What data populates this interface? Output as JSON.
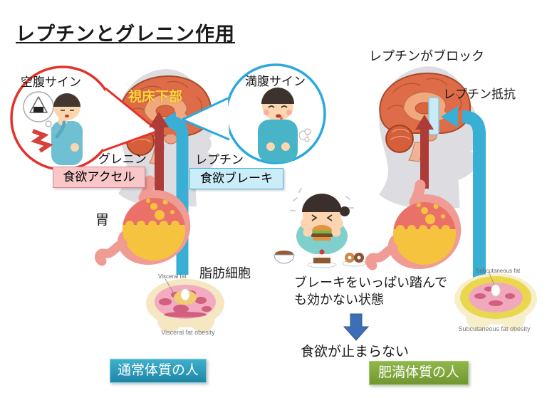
{
  "title": "レプチンとグレニン作用",
  "left": {
    "hunger_sign": "空腹サイン",
    "fullness_sign": "満腹サイン",
    "hypothalamus": "視床下部",
    "ghrelin": "グレニン",
    "leptin": "レプチン",
    "appetite_accel": "食欲アクセル",
    "appetite_brake": "食欲ブレーキ",
    "stomach": "胃",
    "fat_cell": "脂肪細胞",
    "visceral_fat": "Visceral fat",
    "visceral_fat_obesity": "Visceral fat obesity",
    "person_type": "通常体質の人"
  },
  "right": {
    "leptin_blocked": "レプチンがブロック",
    "leptin_resistance": "レプチン抵抗",
    "brake_line1": "ブレーキをいっぱい踏んで",
    "brake_line2": "も効かない状態",
    "appetite_unstoppable": "食欲が止まらない",
    "subcutaneous_fat": "Subcutaneous fat",
    "subcutaneous_fat_obesity": "Subcutaneous fat obesity",
    "person_type": "肥満体質の人"
  },
  "colors": {
    "hunger_circle": "#e5312a",
    "fullness_circle": "#2aa9e0",
    "leptin_arrow": "#3aafd5",
    "ghrelin_arrow": "#ad3b37",
    "accel_box_bg": "#f9c7ca",
    "brake_box_bg": "#cbedfa",
    "normal_box_bg": "#2b9dbd",
    "obese_box_bg": "#81a93e",
    "down_arrow": "#3d6fb6",
    "hypothalamus_text": "#ffd83d",
    "leptin_block_bar": "#c9ebf7"
  }
}
